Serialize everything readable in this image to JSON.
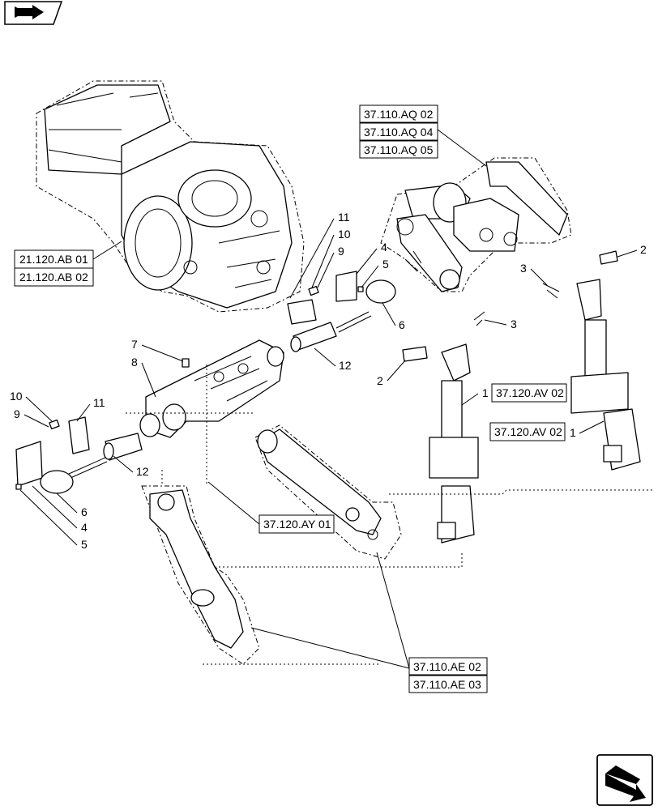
{
  "top_nav_icon": "book-arrow-icon",
  "bottom_nav_icon": "next-page-arrow-icon",
  "refs": {
    "r21_120_ab_01": "21.120.AB 01",
    "r21_120_ab_02": "21.120.AB 02",
    "r37_110_aq_02": "37.110.AQ 02",
    "r37_110_aq_04": "37.110.AQ 04",
    "r37_110_aq_05": "37.110.AQ 05",
    "r37_120_av_02_a": "37.120.AV 02",
    "r37_120_av_02_b": "37.120.AV 02",
    "r37_120_ay_01": "37.120.AY 01",
    "r37_110_ae_02": "37.110.AE 02",
    "r37_110_ae_03": "37.110.AE 03"
  },
  "callouts": {
    "c11_top": "11",
    "c10_top": "10",
    "c9_top": "9",
    "c4_top": "4",
    "c5_top": "5",
    "c6_top": "6",
    "c12_top": "12",
    "c7": "7",
    "c8": "8",
    "c10_left": "10",
    "c9_left": "9",
    "c11_left": "11",
    "c12_left": "12",
    "c6_left": "6",
    "c4_left": "4",
    "c5_left": "5",
    "c3_mid": "3",
    "c2_mid": "2",
    "c1_mid": "1",
    "c3_right": "3",
    "c2_right": "2",
    "c1_right": "1"
  }
}
